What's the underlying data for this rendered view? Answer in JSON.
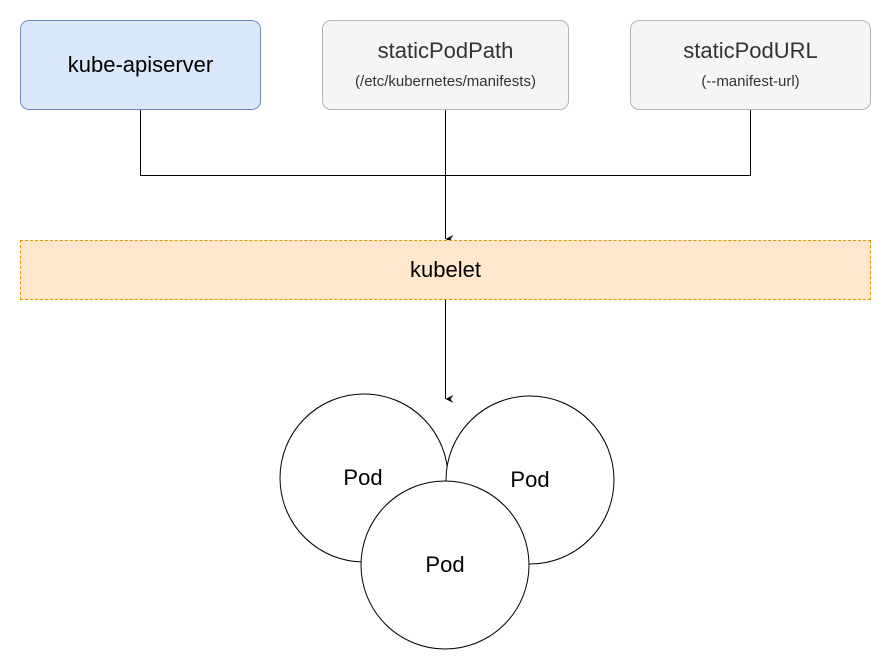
{
  "sources": [
    {
      "id": "apiserver",
      "title": "kube-apiserver",
      "subtitle": ""
    },
    {
      "id": "static-path",
      "title": "staticPodPath",
      "subtitle": "(/etc/kubernetes/manifests)"
    },
    {
      "id": "static-url",
      "title": "staticPodURL",
      "subtitle": "(--manifest-url)"
    }
  ],
  "kubelet": {
    "label": "kubelet"
  },
  "pods": [
    {
      "label": "Pod"
    },
    {
      "label": "Pod"
    },
    {
      "label": "Pod"
    }
  ],
  "colors": {
    "apiserver_fill": "#dae8fc",
    "apiserver_stroke": "#6c8ebf",
    "source_fill": "#f5f5f5",
    "source_stroke": "#b3b3b3",
    "kubelet_fill": "#ffe6cc",
    "kubelet_stroke": "#d79b00",
    "line": "#000000"
  }
}
